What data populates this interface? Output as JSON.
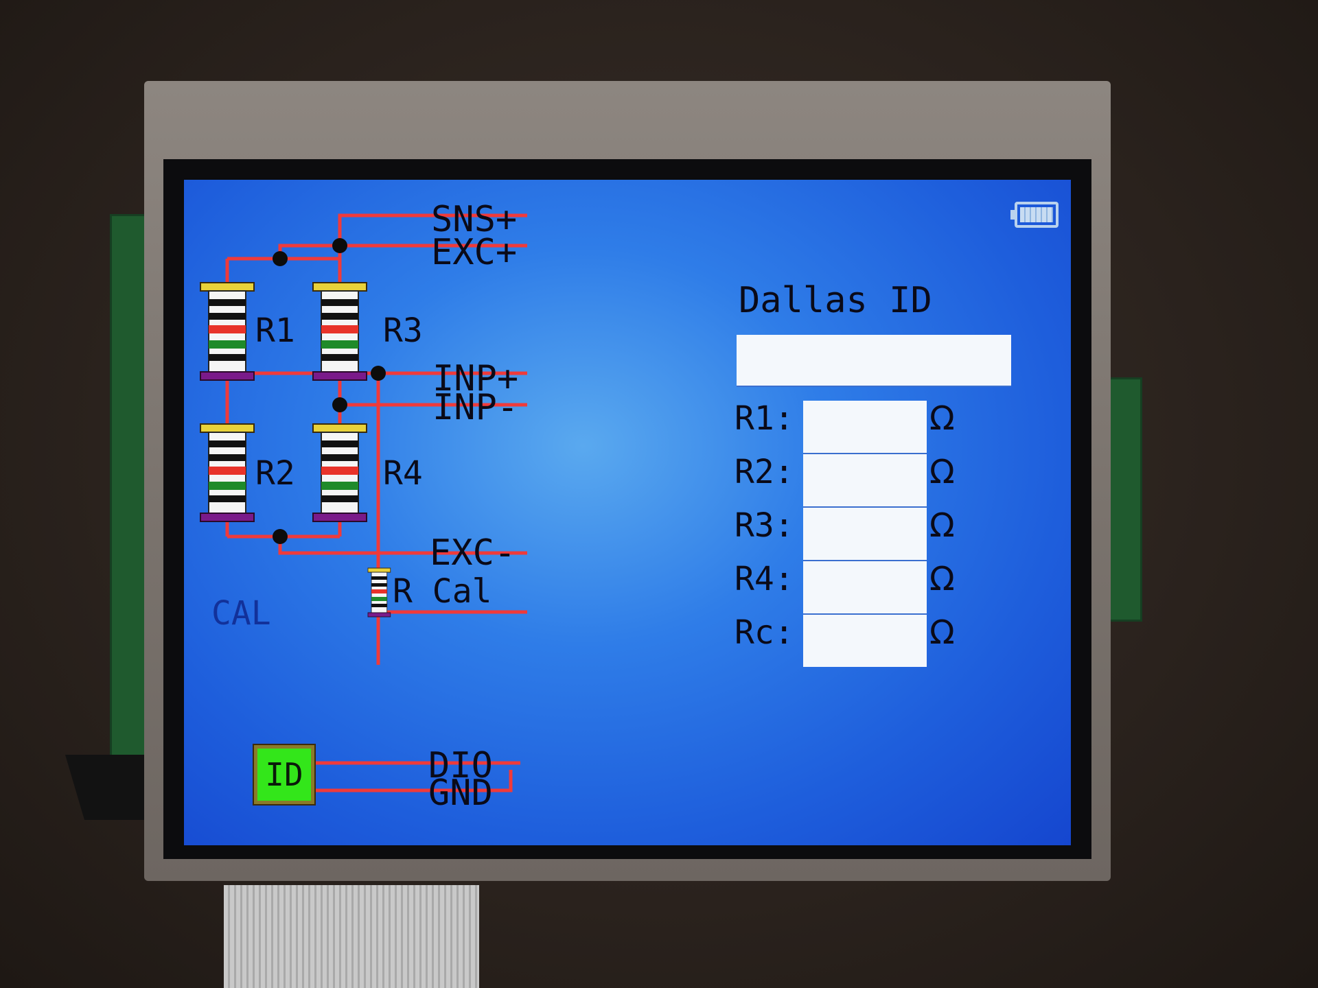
{
  "screen": {
    "net_labels": {
      "sns_plus": "SNS+",
      "exc_plus": "EXC+",
      "inp_plus": "INP+",
      "inp_minus": "INP-",
      "exc_minus": "EXC-",
      "dio": "DIO",
      "gnd": "GND"
    },
    "resistors": {
      "r1": "R1",
      "r2": "R2",
      "r3": "R3",
      "r4": "R4",
      "r_cal": "R Cal"
    },
    "cal_label": "CAL",
    "id_button": "ID",
    "dallas": {
      "title": "Dallas ID",
      "value": ""
    },
    "readings": [
      {
        "label": "R1:",
        "value": "",
        "unit": "Ω"
      },
      {
        "label": "R2:",
        "value": "",
        "unit": "Ω"
      },
      {
        "label": "R3:",
        "value": "",
        "unit": "Ω"
      },
      {
        "label": "R4:",
        "value": "",
        "unit": "Ω"
      },
      {
        "label": "Rc:",
        "value": "",
        "unit": "Ω"
      }
    ],
    "colors": {
      "background": "#2f7de8",
      "wire": "#f03a3a",
      "field": "#f4f8fc",
      "id_button": "#33e61a"
    }
  }
}
